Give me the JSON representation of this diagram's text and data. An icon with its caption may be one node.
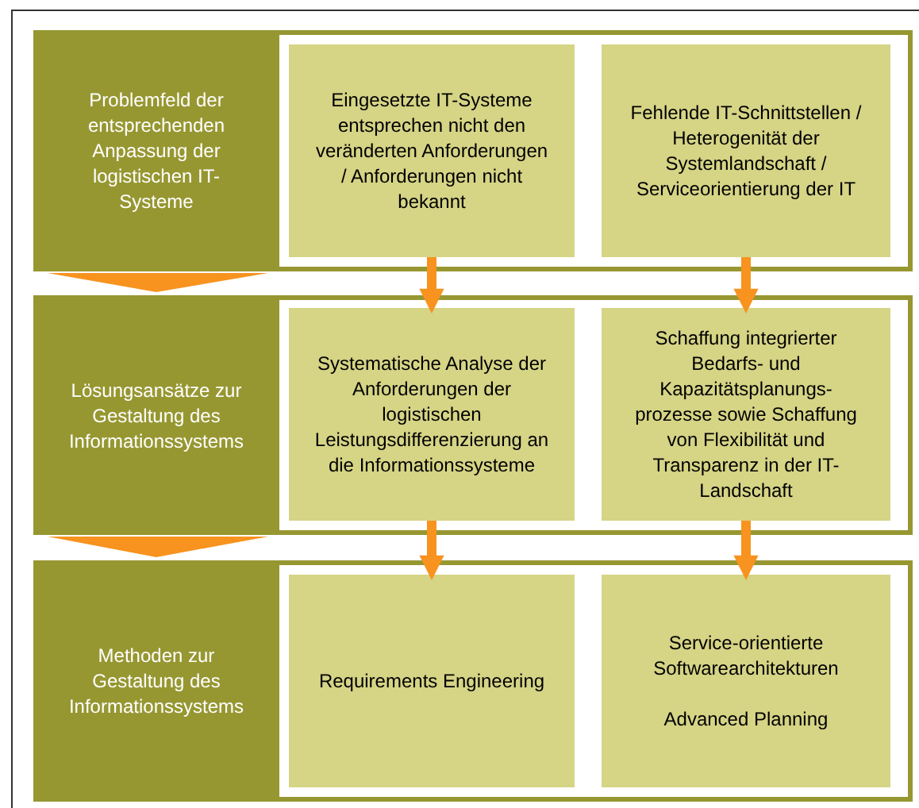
{
  "diagram": {
    "nodes": [
      {
        "text": [],
        "shape": "box"
      },
      {
        "text": [
          "Problemfeld der entsprechenden Anpassung der logistischen IT-Systeme"
        ],
        "in": 0
      },
      {
        "text": [
          "Eingesetzte IT-Systeme entsprechen nicht den veränderten Anforderungen / Anforderungen nicht bekannt"
        ],
        "in": 0
      },
      {
        "text": [
          "Fehlende IT-Schnittstellen / Heterogenität der Systemlandschaft / Serviceorientierung der IT"
        ],
        "in": 0
      },
      {
        "text": [],
        "shape": "box"
      },
      {
        "text": [
          "Lösungsansätze zur Gestaltung des Informationssystems"
        ],
        "in": 4
      },
      {
        "text": [
          "Systematische Analyse der Anforderungen der logistischen Leistungsdifferenzierung an die Informationssysteme"
        ],
        "in": 4
      },
      {
        "text": [
          "Schaffung integrierter Bedarfs- und Kapazitätsplanungs-prozesse sowie Schaffung von Flexibilität und Transparenz in der IT-Landschaft"
        ],
        "in": 4
      },
      {
        "text": [],
        "shape": "box"
      },
      {
        "text": [
          "Methoden zur Gestaltung des Informationssystems"
        ],
        "in": 8
      },
      {
        "text": [
          "Requirements Engineering"
        ],
        "in": 8
      },
      {
        "text": [
          "Service-orientierte Softwarearchitekturen",
          "Advanced Planning"
        ],
        "in": 8
      }
    ],
    "edges": [
      {
        "from": 1,
        "to": 5,
        "arrow": "to",
        "style": "thick"
      },
      {
        "from": 5,
        "to": 9,
        "arrow": "to",
        "style": "thick"
      },
      {
        "from": 2,
        "to": 6,
        "arrow": "to"
      },
      {
        "from": 3,
        "to": 7,
        "arrow": "to"
      },
      {
        "from": 6,
        "to": 10,
        "arrow": "to"
      },
      {
        "from": 7,
        "to": 11,
        "arrow": "to"
      }
    ]
  }
}
